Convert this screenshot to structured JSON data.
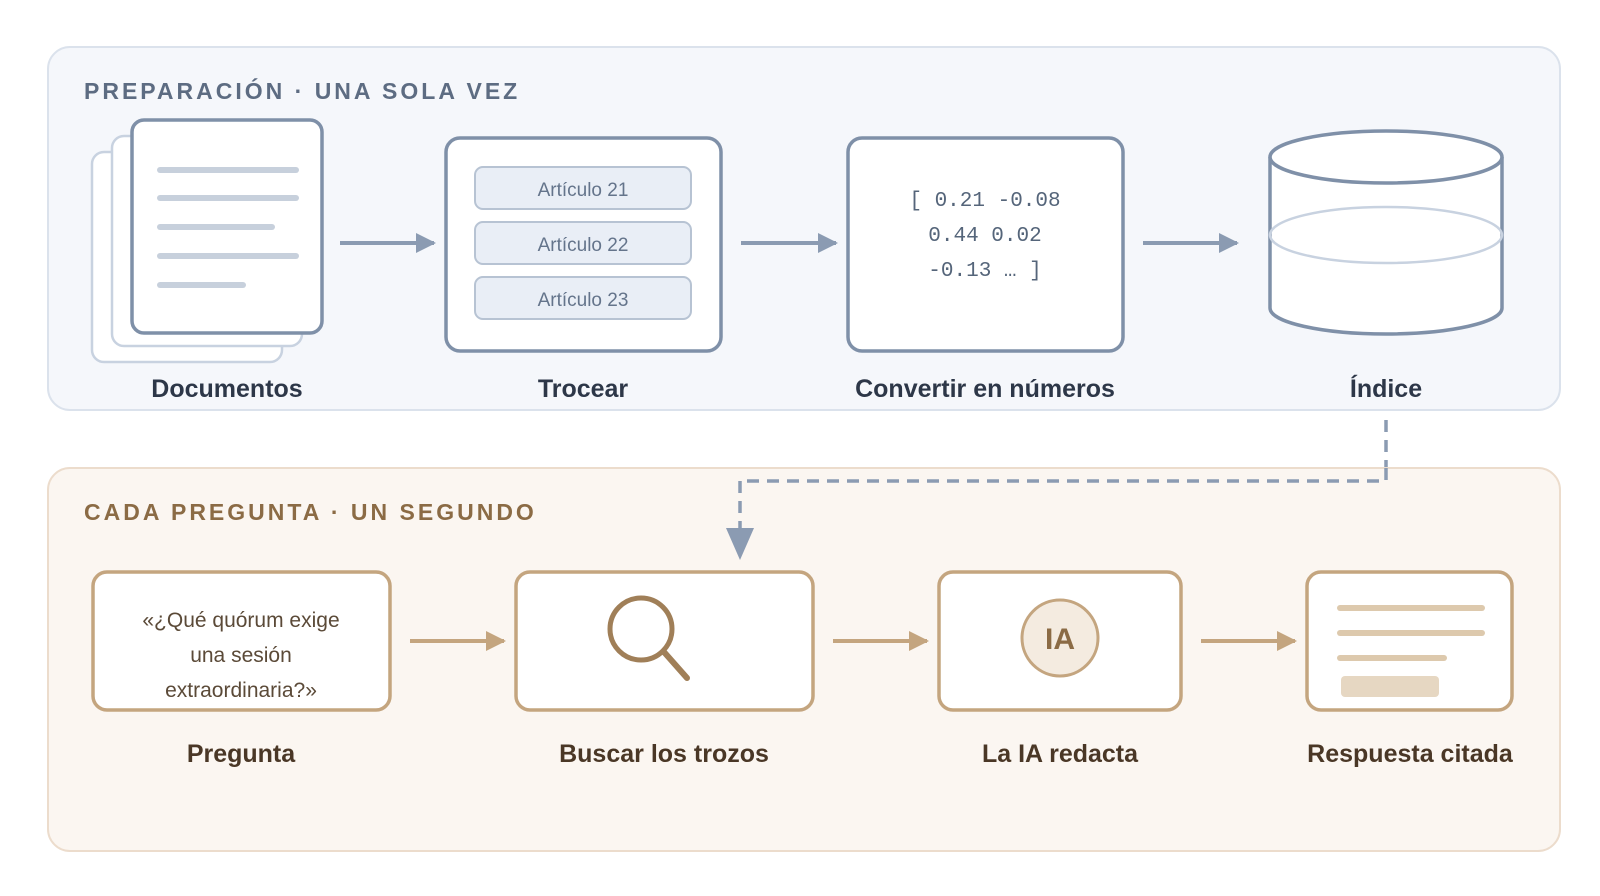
{
  "prep": {
    "title": "PREPARACIÓN · UNA SOLA VEZ",
    "steps": {
      "documents": "Documentos",
      "chunk": "Trocear",
      "vectorize": "Convertir en números",
      "index": "Índice"
    },
    "chunks": [
      "Artículo 21",
      "Artículo 22",
      "Artículo 23"
    ],
    "vector_lines": [
      "[ 0.21 -0.08",
      "0.44 0.02",
      "-0.13 … ]"
    ]
  },
  "query": {
    "title": "CADA PREGUNTA · UN SEGUNDO",
    "question_lines": [
      "«¿Qué quórum exige",
      "una sesión",
      "extraordinaria?»"
    ],
    "ai_badge": "IA",
    "steps": {
      "question": "Pregunta",
      "search": "Buscar los trozos",
      "draft": "La IA redacta",
      "answer": "Respuesta citada"
    }
  },
  "icons": {
    "search": "magnifier-icon",
    "database": "database-icon",
    "documents": "document-stack-icon",
    "answer": "document-icon"
  },
  "colors": {
    "prep_accent": "#7f90a8",
    "prep_bg": "#f5f7fb",
    "query_accent": "#c4a57f",
    "query_bg": "#fbf6f1",
    "prep_text": "#2d3748",
    "query_text": "#4a3726"
  }
}
